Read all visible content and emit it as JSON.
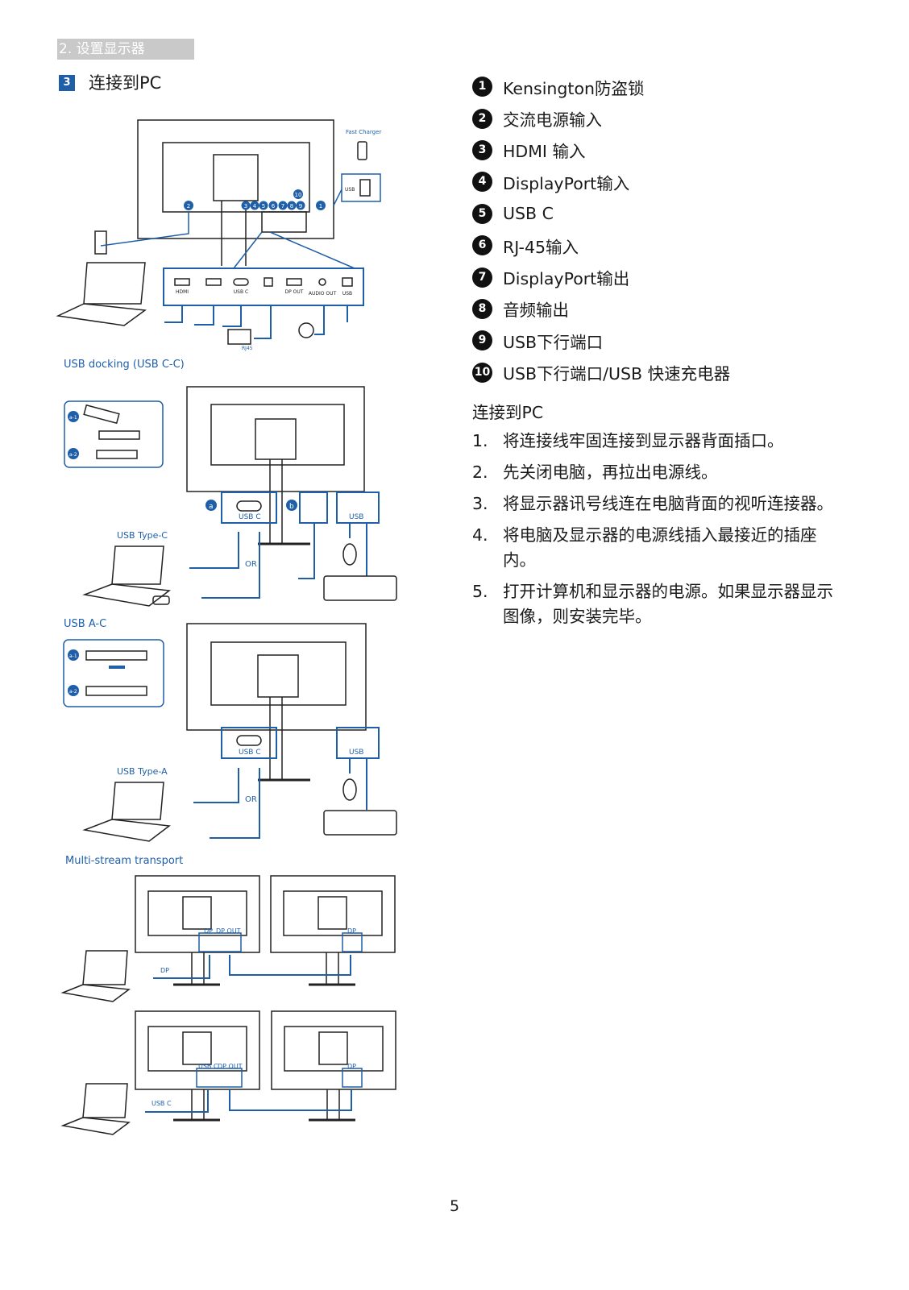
{
  "header": {
    "section": "2. 设置显示器",
    "step_number": "3",
    "step_title": "连接到PC"
  },
  "figures": {
    "fig1": {
      "fast_charger": "Fast Charger",
      "usb_small": "USB",
      "port_labels": [
        "HDMI",
        "USB C",
        "DP OUT",
        "AUDIO OUT",
        "USB"
      ],
      "rj45": "RJ45",
      "callouts": [
        "1",
        "2",
        "3",
        "4",
        "5",
        "6",
        "7",
        "8",
        "9",
        "10"
      ]
    },
    "captions": {
      "usb_docking": "USB docking (USB C-C)",
      "usb_type_c": "USB Type-C",
      "usb_a_c": "USB A-C",
      "usb_type_a": "USB Type-A",
      "mst": "Multi-stream transport"
    },
    "fig2": {
      "a": "a",
      "b": "b",
      "usb_c": "USB C",
      "usb": "USB",
      "or": "OR",
      "a1": "a-1",
      "a2": "a-2"
    },
    "fig3": {
      "usb_c": "USB C",
      "usb": "USB",
      "or": "OR",
      "a1": "a-1",
      "a2": "a-2"
    },
    "fig4": {
      "dp": "DP",
      "dp_out": "DP OUT",
      "dp_in": "DP",
      "laptop_dp": "DP"
    },
    "fig5": {
      "usb_c": "USB C",
      "dp_out": "DP OUT",
      "dp_in": "DP",
      "laptop_usbc": "USB C"
    }
  },
  "legend": [
    {
      "num": "1",
      "label": "Kensington防盗锁"
    },
    {
      "num": "2",
      "label": "交流电源输入"
    },
    {
      "num": "3",
      "label": "HDMI 输入"
    },
    {
      "num": "4",
      "label": "DisplayPort输入"
    },
    {
      "num": "5",
      "label": "USB C"
    },
    {
      "num": "6",
      "label": "RJ-45输入"
    },
    {
      "num": "7",
      "label": "DisplayPort输出"
    },
    {
      "num": "8",
      "label": "音频输出"
    },
    {
      "num": "9",
      "label": "USB下行端口"
    },
    {
      "num": "10",
      "label": "USB下行端口/USB 快速充电器"
    }
  ],
  "connect": {
    "heading": "连接到PC",
    "steps": [
      {
        "n": "1.",
        "text": "将连接线牢固连接到显示器背面插口。"
      },
      {
        "n": "2.",
        "text": "先关闭电脑，再拉出电源线。"
      },
      {
        "n": "3.",
        "text": "将显示器讯号线连在电脑背面的视听连接器。"
      },
      {
        "n": "4.",
        "text": "将电脑及显示器的电源线插入最接近的插座内。"
      },
      {
        "n": "5.",
        "text": "打开计算机和显示器的电源。如果显示器显示图像，则安装完毕。"
      }
    ]
  },
  "page_number": "5",
  "colors": {
    "accent": "#1f5fa8",
    "tab": "#c9c9c9"
  }
}
